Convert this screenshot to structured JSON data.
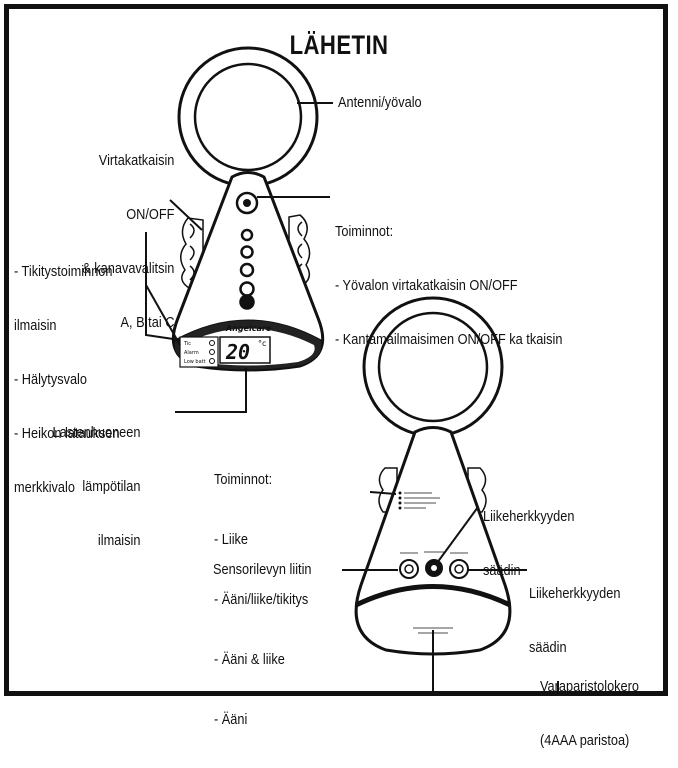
{
  "title": "LÄHETIN",
  "labels": {
    "antenna": "Antenni/yövalo",
    "power_switch": [
      "Virtakatkaisin",
      "ON/OFF",
      "& kanavavalitsin",
      "A, B tai C"
    ],
    "functions_top": [
      "Toiminnot:",
      "- Yövalon virtakatkaisin ON/OFF",
      "- Kantamailmaisimen ON/OFF ka tkaisin"
    ],
    "indicators": [
      "- Tikitystoiminnon",
      "ilmaisin",
      "- Hälytysvalo",
      "- Heikon latauksen",
      "merkkivalo"
    ],
    "room_temp": [
      "Lastenhuoneen",
      "lämpötilan",
      "ilmaisin"
    ],
    "functions_bottom": [
      "Toiminnot:",
      "- Liike",
      "- Ääni/liike/tikitys",
      "- Ääni & liike",
      "- Ääni"
    ],
    "sensor_port": "Sensorilevyn liitin",
    "sensitivity_1": [
      "Liikeherkkyyden",
      "säädin"
    ],
    "sensitivity_2": [
      "Liikeherkkyyden",
      "säädin"
    ],
    "battery": [
      "Varaparistolokero",
      "(4AAA paristoa)"
    ]
  },
  "device": {
    "brand": "Angelcare",
    "temperature": "20",
    "unit": "°c",
    "status_labels": [
      "Tic",
      "Alarm",
      "Low batt"
    ]
  }
}
